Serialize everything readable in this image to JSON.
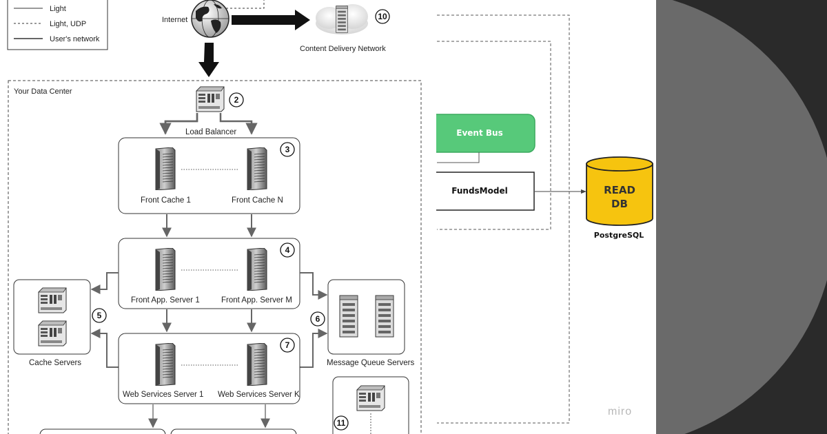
{
  "legend": {
    "items": [
      "Light",
      "Light, UDP",
      "User's network"
    ]
  },
  "internet": {
    "label": "Internet"
  },
  "cdn": {
    "label": "Content Delivery Network",
    "number": "10"
  },
  "datacenter": {
    "label": "Your Data Center"
  },
  "load_balancer": {
    "label": "Load Balancer",
    "number": "2"
  },
  "front_cache": {
    "left": "Front Cache 1",
    "right": "Front Cache N",
    "number": "3"
  },
  "front_app": {
    "left": "Front App. Server 1",
    "right": "Front App. Server M",
    "number": "4"
  },
  "cache_servers": {
    "label": "Cache Servers",
    "number": "5"
  },
  "message_queue": {
    "label": "Message Queue Servers",
    "number": "6"
  },
  "web_services": {
    "left": "Web Services Server 1",
    "right": "Web Services Server K",
    "number": "7"
  },
  "node11": {
    "number": "11"
  },
  "event_bus": {
    "label": "Event Bus"
  },
  "funds_model": {
    "label": "FundsModel"
  },
  "read_db": {
    "line1": "READ",
    "line2": "DB",
    "caption": "PostgreSQL"
  },
  "watermark": {
    "label": "miro"
  },
  "colors": {
    "event_bus_fill": "#57C97A",
    "event_bus_stroke": "#3BAA5E",
    "db_fill": "#F6C40F",
    "right_panel_bg": "#2a2a2a",
    "right_circle": "#6a6a6a",
    "watermark": "#b8b8b8"
  }
}
